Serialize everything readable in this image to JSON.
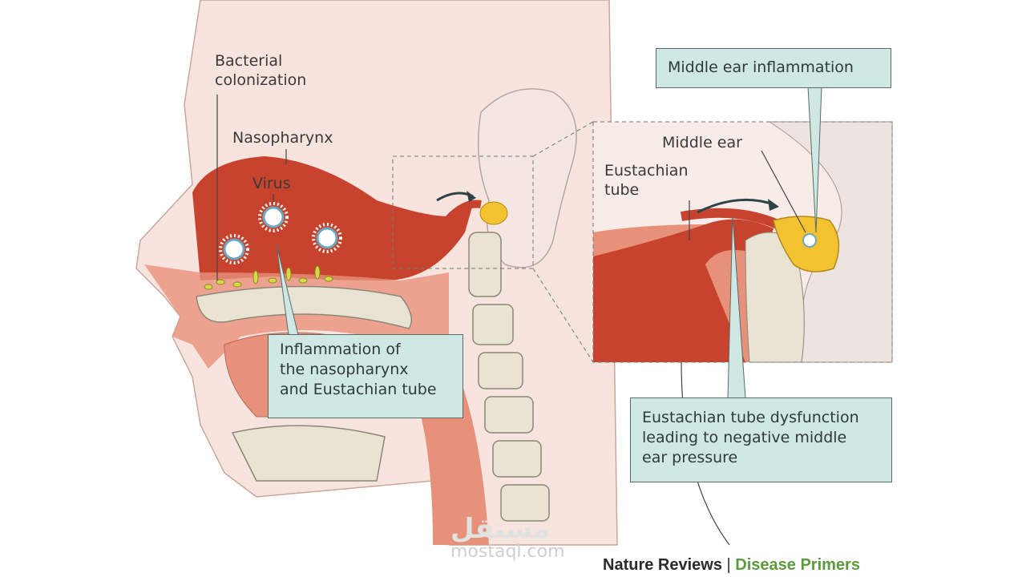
{
  "labels": {
    "bacterial_colonization": [
      "Bacterial",
      "colonization"
    ],
    "nasopharynx": "Nasopharynx",
    "virus": "Virus",
    "middle_ear": "Middle ear",
    "eustachian_tube": [
      "Eustachian",
      "tube"
    ]
  },
  "callouts": {
    "inflammation_nasopharynx": [
      "Inflammation of",
      "the nasopharynx",
      "and Eustachian tube"
    ],
    "middle_ear_inflammation": "Middle ear inflammation",
    "eustachian_dysfunction": [
      "Eustachian tube dysfunction",
      "leading to negative middle",
      "ear pressure"
    ]
  },
  "credit": {
    "publisher": "Nature Reviews",
    "separator": "|",
    "series": "Disease Primers"
  },
  "watermark": {
    "text": "mostaql.com",
    "logo": "مستقل"
  },
  "colors": {
    "inflamed": "#c8432d",
    "tissue": "#e8917a",
    "skin": "#f7e4de",
    "bone": "#e9e3d3",
    "callout": "#cfe8e4",
    "fluid": "#f2c230"
  }
}
